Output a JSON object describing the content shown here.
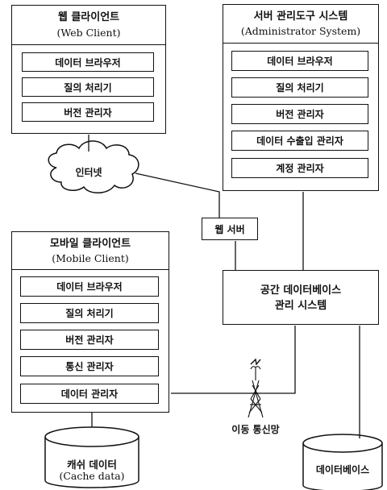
{
  "web_client": {
    "title": "웹 클라이언트",
    "subtitle": "(Web Client)",
    "modules": [
      "데이터 브라우저",
      "질의 처리기",
      "버전 관리자"
    ]
  },
  "admin_system": {
    "title": "서버 관리도구 시스템",
    "subtitle": "(Administrator System)",
    "modules": [
      "데이터 브라우저",
      "질의 처리기",
      "버전 관리자",
      "데이터 수출입 관리자",
      "계정 관리자"
    ]
  },
  "internet": {
    "label": "인터넷"
  },
  "web_server": {
    "label": "웹 서버"
  },
  "mobile_client": {
    "title": "모바일 클라이언트",
    "subtitle": "(Mobile Client)",
    "modules": [
      "데이터 브라우저",
      "질의 처리기",
      "버전 관리자",
      "통신 관리자",
      "데이터 관리자"
    ]
  },
  "spatial_dbms": {
    "line1": "공간 데이터베이스",
    "line2": "관리 시스템"
  },
  "mobile_network": {
    "label": "이동 통신망"
  },
  "cache": {
    "line1": "캐쉬 데이터",
    "line2": "(Cache data)"
  },
  "database": {
    "label": "데이터베이스"
  }
}
